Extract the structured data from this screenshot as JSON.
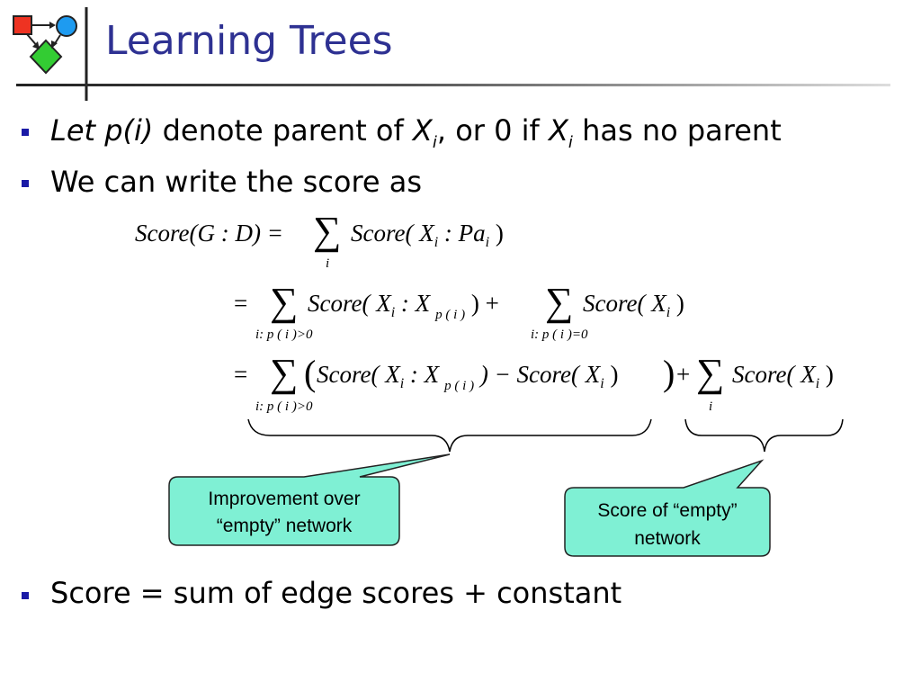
{
  "slide": {
    "title": "Learning Trees",
    "colors": {
      "title": "#2E3192",
      "bullet": "#1A1AA6",
      "callout_fill": "#7FF0D4",
      "callout_stroke": "#222222"
    }
  },
  "bullets": [
    {
      "parts": [
        {
          "text": "Let p(i)",
          "italic": true
        },
        {
          "text": " denote parent of "
        },
        {
          "text": "X",
          "italic": true
        },
        {
          "text": "i",
          "sub": true
        },
        {
          "text": ", or 0 if "
        },
        {
          "text": "X",
          "italic": true
        },
        {
          "text": "i",
          "sub": true
        },
        {
          "text": " has no parent"
        }
      ]
    },
    {
      "text": "We can write the score as"
    },
    {
      "text": "Score = sum of edge scores + constant"
    }
  ],
  "equation": {
    "line1_lhs": "Score(G : D) = ",
    "line1_rhs": "Score( X",
    "line1_rhs2": " : Pa",
    "line1_rhs3": " )",
    "sum_symbol": "∑",
    "index_i": "i",
    "eq": "=",
    "line2_a": "Score( X",
    "line2_b": " : X",
    "line2_c": " ) + ",
    "line2_d": "Score( X",
    "line2_e": " )",
    "p_of_i": "p ( i )",
    "cond_pos": "i: p ( i )>0",
    "cond_zero": "i: p ( i )=0",
    "line3_paren_open": "(",
    "line3_a": "Score( X",
    "line3_b": " : X",
    "line3_c": " ) − Score( X",
    "line3_d": " )",
    "line3_paren_close": ")",
    "line3_plus": "+",
    "line3_e": "Score( X",
    "line3_f": " )"
  },
  "callouts": [
    {
      "line1": "Improvement over",
      "line2": "“empty” network"
    },
    {
      "line1": "Score of “empty”",
      "line2": "network"
    }
  ]
}
